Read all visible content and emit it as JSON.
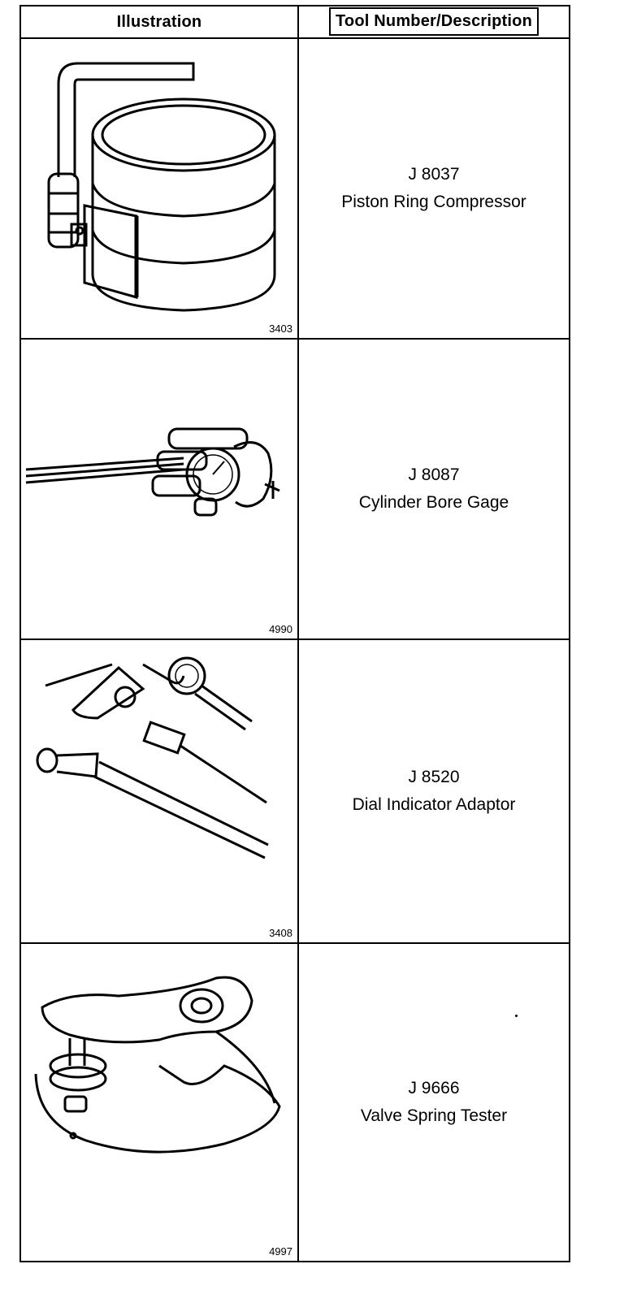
{
  "table": {
    "headers": {
      "illustration": "Illustration",
      "tool": "Tool Number/Description"
    },
    "rows": [
      {
        "figure": "3403",
        "number": "J 8037",
        "description": "Piston Ring Compressor",
        "icon": "piston-ring-compressor-illustration"
      },
      {
        "figure": "4990",
        "number": "J 8087",
        "description": "Cylinder Bore Gage",
        "icon": "cylinder-bore-gage-illustration"
      },
      {
        "figure": "3408",
        "number": "J 8520",
        "description": "Dial Indicator Adaptor",
        "icon": "dial-indicator-adaptor-illustration"
      },
      {
        "figure": "4997",
        "number": "J 9666",
        "description": "Valve Spring Tester",
        "icon": "valve-spring-tester-illustration"
      }
    ]
  }
}
